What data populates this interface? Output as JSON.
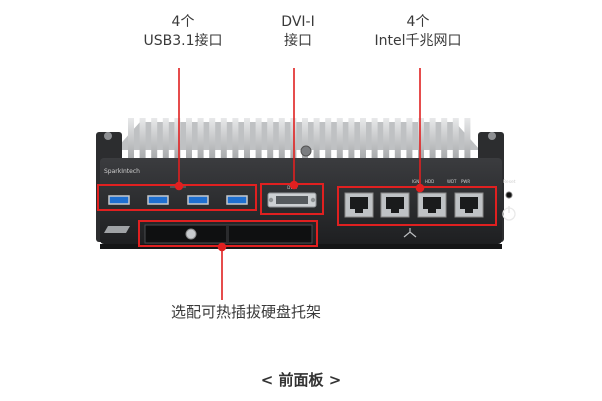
{
  "labels": {
    "usb_count": "4个",
    "usb_name": "USB3.1接口",
    "dvi_name": "DVI-I",
    "dvi_sub": "接口",
    "lan_count": "4个",
    "lan_name": "Intel千兆网口",
    "tray": "选配可热插拔硬盘托架"
  },
  "caption": "< 前面板 >",
  "panel_text": {
    "brand": "SparkIntech",
    "port_led_1": "IGN",
    "port_led_2": "HDD",
    "port_led_3": "WDT",
    "port_led_4": "PWR",
    "reset": "Reset"
  },
  "colors": {
    "highlight": "#e02020",
    "usb_blue": "#1f6fd0",
    "chassis": "#2a2b2d",
    "fins": "#cfd1d3"
  }
}
